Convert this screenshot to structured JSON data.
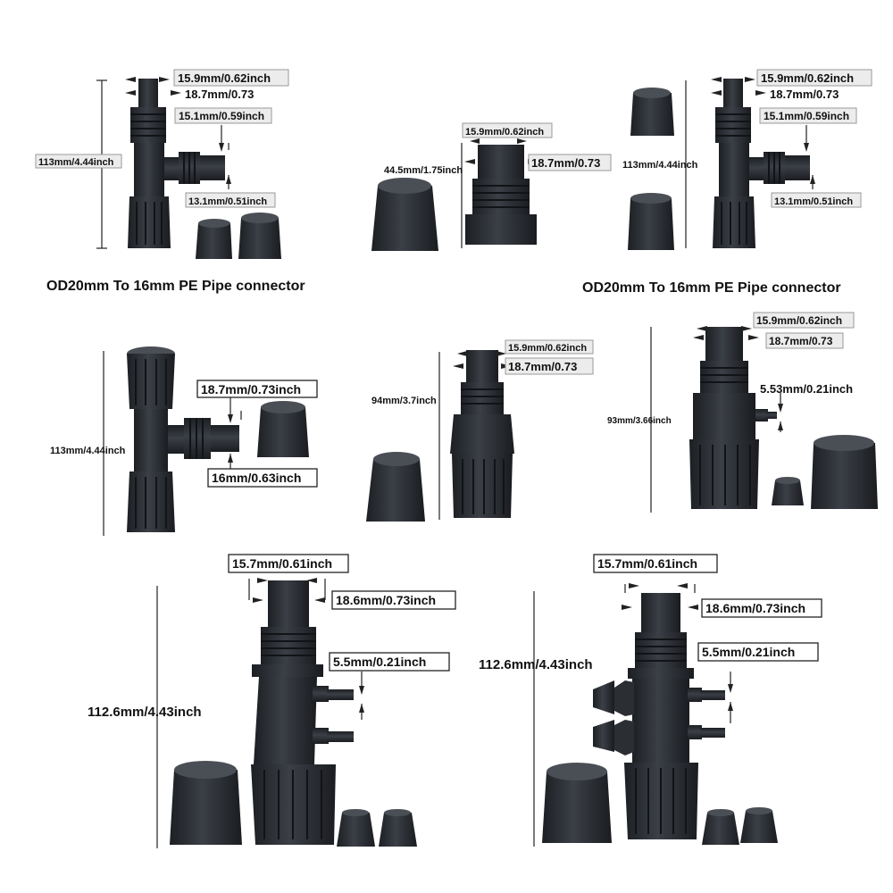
{
  "panels": {
    "p1": {
      "dims": [
        "15.9mm/0.62inch",
        "18.7mm/0.73",
        "15.1mm/0.59inch",
        "13.1mm/0.51inch",
        "113mm/4.44inch"
      ],
      "caption": "OD20mm To 16mm PE Pipe connector"
    },
    "p2": {
      "dims": [
        "15.9mm/0.62inch",
        "18.7mm/0.73",
        "44.5mm/1.75inch"
      ]
    },
    "p3": {
      "dims": [
        "15.9mm/0.62inch",
        "18.7mm/0.73",
        "15.1mm/0.59inch",
        "13.1mm/0.51inch",
        "113mm/4.44inch"
      ],
      "caption": "OD20mm To 16mm PE Pipe connector"
    },
    "p4": {
      "dims": [
        "18.7mm/0.73inch",
        "16mm/0.63inch",
        "113mm/4.44inch"
      ]
    },
    "p5": {
      "dims": [
        "15.9mm/0.62inch",
        "18.7mm/0.73",
        "94mm/3.7inch"
      ]
    },
    "p6": {
      "dims": [
        "15.9mm/0.62inch",
        "18.7mm/0.73",
        "5.53mm/0.21inch",
        "93mm/3.66inch"
      ]
    },
    "p7": {
      "dims": [
        "15.7mm/0.61inch",
        "18.6mm/0.73inch",
        "5.5mm/0.21inch",
        "112.6mm/4.43inch"
      ]
    },
    "p8": {
      "dims": [
        "15.7mm/0.61inch",
        "18.6mm/0.73inch",
        "5.5mm/0.21inch",
        "112.6mm/4.43inch"
      ]
    }
  }
}
